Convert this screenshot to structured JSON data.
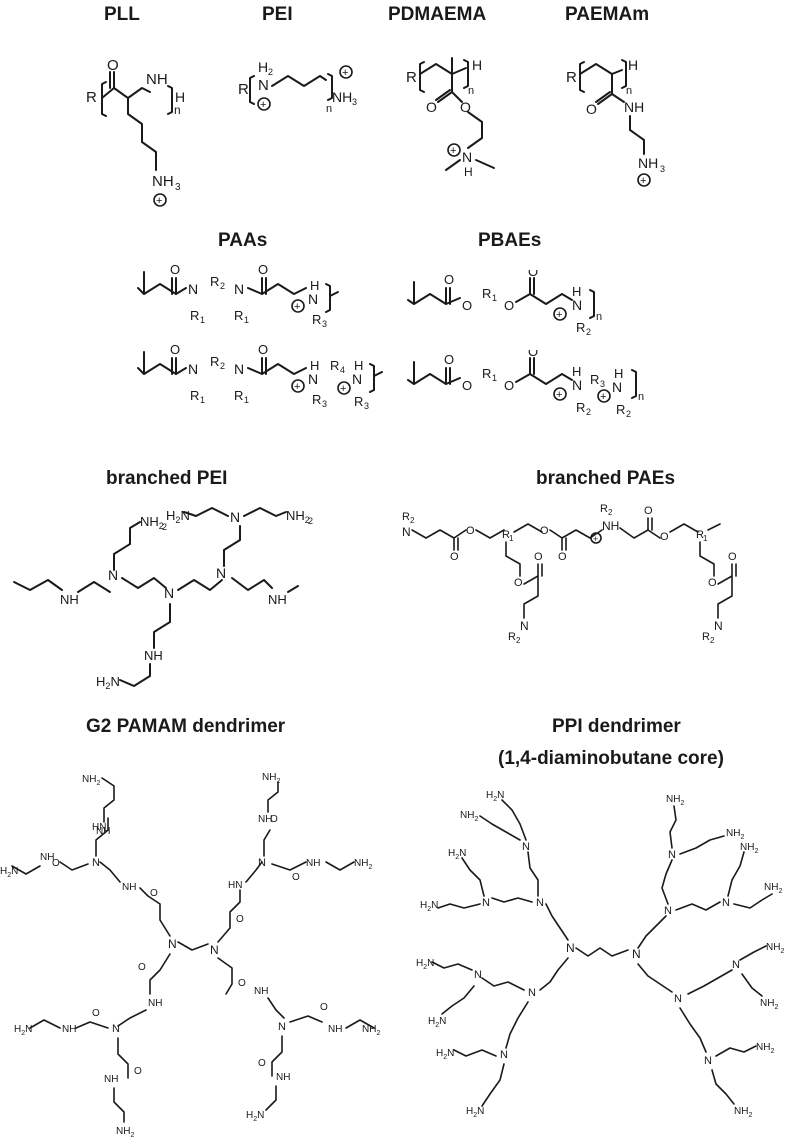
{
  "titles": {
    "pll": "PLL",
    "pei": "PEI",
    "pdmaema": "PDMAEMA",
    "paemam": "PAEMAm",
    "paas": "PAAs",
    "pbaes": "PBAEs",
    "branched_pei": "branched PEI",
    "branched_paes": "branched PAEs",
    "pamam": "G2 PAMAM dendrimer",
    "ppi": "PPI dendrimer",
    "ppi_sub": "(1,4-diaminobutane core)"
  },
  "labels": {
    "R": "R",
    "O": "O",
    "N": "N",
    "NH": "NH",
    "H": "H",
    "n": "n",
    "NH3": "NH",
    "sub3": "3",
    "H2": "H",
    "sub2": "2",
    "NH2": "NH",
    "H2N": "H",
    "R1": "R",
    "R2": "R",
    "R3": "R",
    "R4": "R",
    "s1": "1",
    "s2": "2",
    "s3": "3",
    "s4": "4",
    "plus": "+"
  }
}
